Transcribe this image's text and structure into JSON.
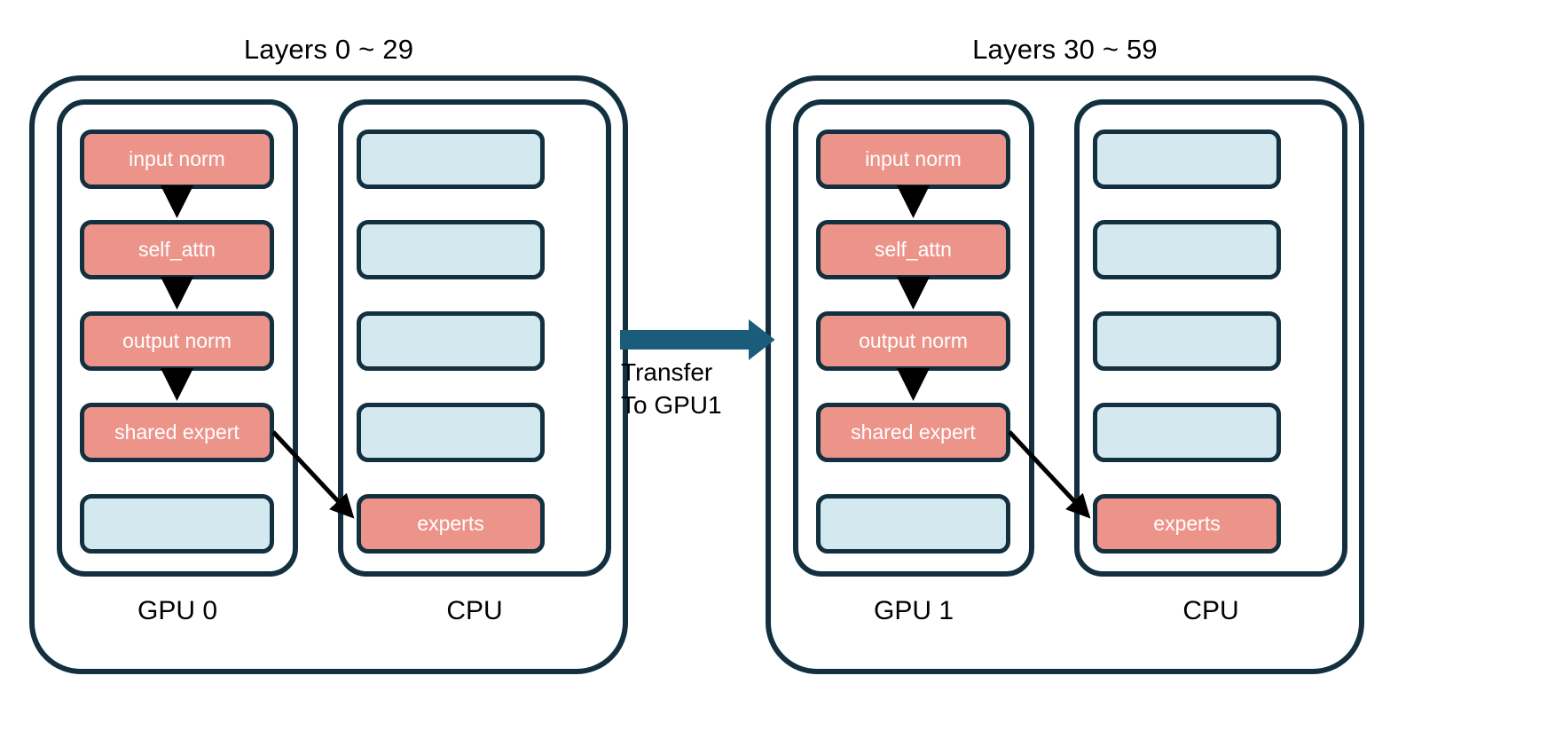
{
  "diagram": {
    "title_left": "Layers 0 ~ 29",
    "title_right": "Layers 30 ~ 59",
    "transfer_label": "Transfer\nTo GPU1",
    "colors": {
      "active": "#ed948a",
      "idle": "#d3e8ef",
      "outline": "#12303f",
      "transfer_arrow": "#1a5c7a",
      "flow_arrow": "#000000",
      "background": "#ffffff",
      "text_on_block": "#ffffff",
      "text_label": "#000000"
    },
    "groups": [
      {
        "id": "group-left",
        "title": "Layers 0 ~ 29",
        "columns": [
          {
            "id": "gpu0",
            "device_label": "GPU 0",
            "blocks": [
              {
                "label": "input norm",
                "state": "active"
              },
              {
                "label": "self_attn",
                "state": "active"
              },
              {
                "label": "output norm",
                "state": "active"
              },
              {
                "label": "shared expert",
                "state": "active"
              },
              {
                "label": "",
                "state": "idle"
              }
            ]
          },
          {
            "id": "cpu0",
            "device_label": "CPU",
            "blocks": [
              {
                "label": "",
                "state": "idle"
              },
              {
                "label": "",
                "state": "idle"
              },
              {
                "label": "",
                "state": "idle"
              },
              {
                "label": "",
                "state": "idle"
              },
              {
                "label": "experts",
                "state": "active"
              }
            ]
          }
        ]
      },
      {
        "id": "group-right",
        "title": "Layers 30 ~ 59",
        "columns": [
          {
            "id": "gpu1",
            "device_label": "GPU 1",
            "blocks": [
              {
                "label": "input norm",
                "state": "active"
              },
              {
                "label": "self_attn",
                "state": "active"
              },
              {
                "label": "output norm",
                "state": "active"
              },
              {
                "label": "shared expert",
                "state": "active"
              },
              {
                "label": "",
                "state": "idle"
              }
            ]
          },
          {
            "id": "cpu1",
            "device_label": "CPU",
            "blocks": [
              {
                "label": "",
                "state": "idle"
              },
              {
                "label": "",
                "state": "idle"
              },
              {
                "label": "",
                "state": "idle"
              },
              {
                "label": "",
                "state": "idle"
              },
              {
                "label": "experts",
                "state": "active"
              }
            ]
          }
        ]
      }
    ],
    "flow_arrows_left": [
      {
        "from": "input norm",
        "to": "self_attn"
      },
      {
        "from": "self_attn",
        "to": "output norm"
      },
      {
        "from": "output norm",
        "to": "shared expert"
      },
      {
        "from": "shared expert",
        "to": "experts"
      }
    ],
    "flow_arrows_right": [
      {
        "from": "input norm",
        "to": "self_attn"
      },
      {
        "from": "self_attn",
        "to": "output norm"
      },
      {
        "from": "output norm",
        "to": "shared expert"
      },
      {
        "from": "shared expert",
        "to": "experts"
      }
    ],
    "transfer": {
      "from": "GPU 0",
      "to": "GPU 1",
      "label": "Transfer To GPU1"
    }
  }
}
